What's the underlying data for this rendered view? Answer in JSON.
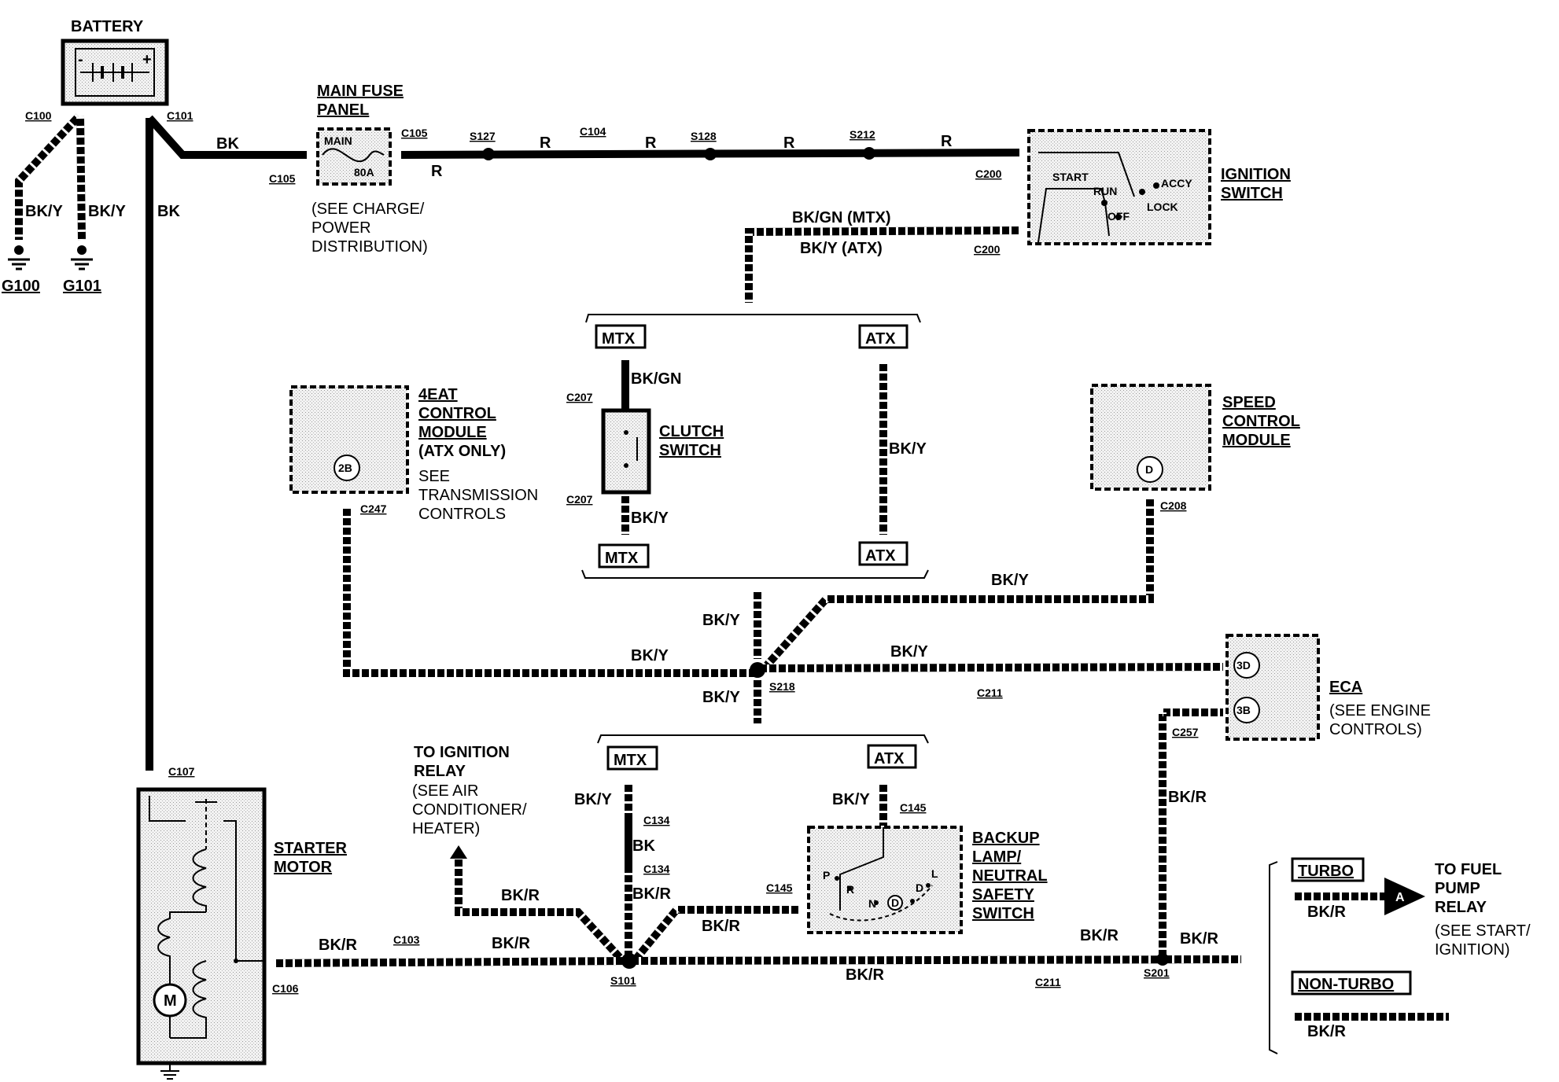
{
  "components": {
    "battery": "BATTERY",
    "main_fuse_panel": [
      "MAIN FUSE",
      "PANEL"
    ],
    "fuse_inner": [
      "MAIN",
      "80A"
    ],
    "fuse_note": [
      "(SEE CHARGE/",
      "POWER",
      "DISTRIBUTION)"
    ],
    "ignition_switch": [
      "IGNITION",
      "SWITCH"
    ],
    "ignition_positions": [
      "START",
      "RUN",
      "OFF",
      "ACCY",
      "LOCK"
    ],
    "eat_module": [
      "4EAT",
      "CONTROL",
      "MODULE",
      "(ATX ONLY)"
    ],
    "eat_note": [
      "SEE",
      "TRANSMISSION",
      "CONTROLS"
    ],
    "eat_pin": "2B",
    "clutch_switch": [
      "CLUTCH",
      "SWITCH"
    ],
    "speed_control": [
      "SPEED",
      "CONTROL",
      "MODULE"
    ],
    "speed_pin": "D",
    "eca": "ECA",
    "eca_note": [
      "(SEE ENGINE",
      "CONTROLS)"
    ],
    "eca_pins": [
      "3D",
      "3B"
    ],
    "starter_motor": [
      "STARTER",
      "MOTOR"
    ],
    "motor_symbol": "M",
    "ign_relay": [
      "TO IGNITION",
      "RELAY"
    ],
    "ign_relay_note": [
      "(SEE AIR",
      "CONDITIONER/",
      "HEATER)"
    ],
    "backup_switch": [
      "BACKUP",
      "LAMP/",
      "NEUTRAL",
      "SAFETY",
      "SWITCH"
    ],
    "backup_positions": [
      "P",
      "R",
      "N",
      "D",
      "D",
      "L"
    ],
    "fuel_pump": [
      "TO FUEL",
      "PUMP",
      "RELAY"
    ],
    "fuel_pump_note": [
      "(SEE START/",
      "IGNITION)"
    ],
    "fuel_pump_arrow": "A"
  },
  "connectors": {
    "c100": "C100",
    "c101": "C101",
    "c105a": "C105",
    "c105b": "C105",
    "c104": "C104",
    "c200a": "C200",
    "c200b": "C200",
    "c207a": "C207",
    "c207b": "C207",
    "c247": "C247",
    "c208": "C208",
    "c211a": "C211",
    "c257": "C257",
    "c107": "C107",
    "c134a": "C134",
    "c134b": "C134",
    "c145a": "C145",
    "c145b": "C145",
    "c103": "C103",
    "c106": "C106",
    "c211b": "C211"
  },
  "splices": {
    "s127": "S127",
    "s128": "S128",
    "s212": "S212",
    "s218": "S218",
    "s101": "S101",
    "s201": "S201"
  },
  "grounds": {
    "g100": "G100",
    "g101": "G101"
  },
  "wires": {
    "bk": "BK",
    "bky": "BK/Y",
    "r": "R",
    "bkgn": "BK/GN",
    "bkr": "BK/R",
    "bkgn_mtx": "BK/GN (MTX)",
    "bky_atx": "BK/Y (ATX)"
  },
  "variants": {
    "mtx": "MTX",
    "atx": "ATX",
    "turbo": "TURBO",
    "non_turbo": "NON-TURBO"
  }
}
